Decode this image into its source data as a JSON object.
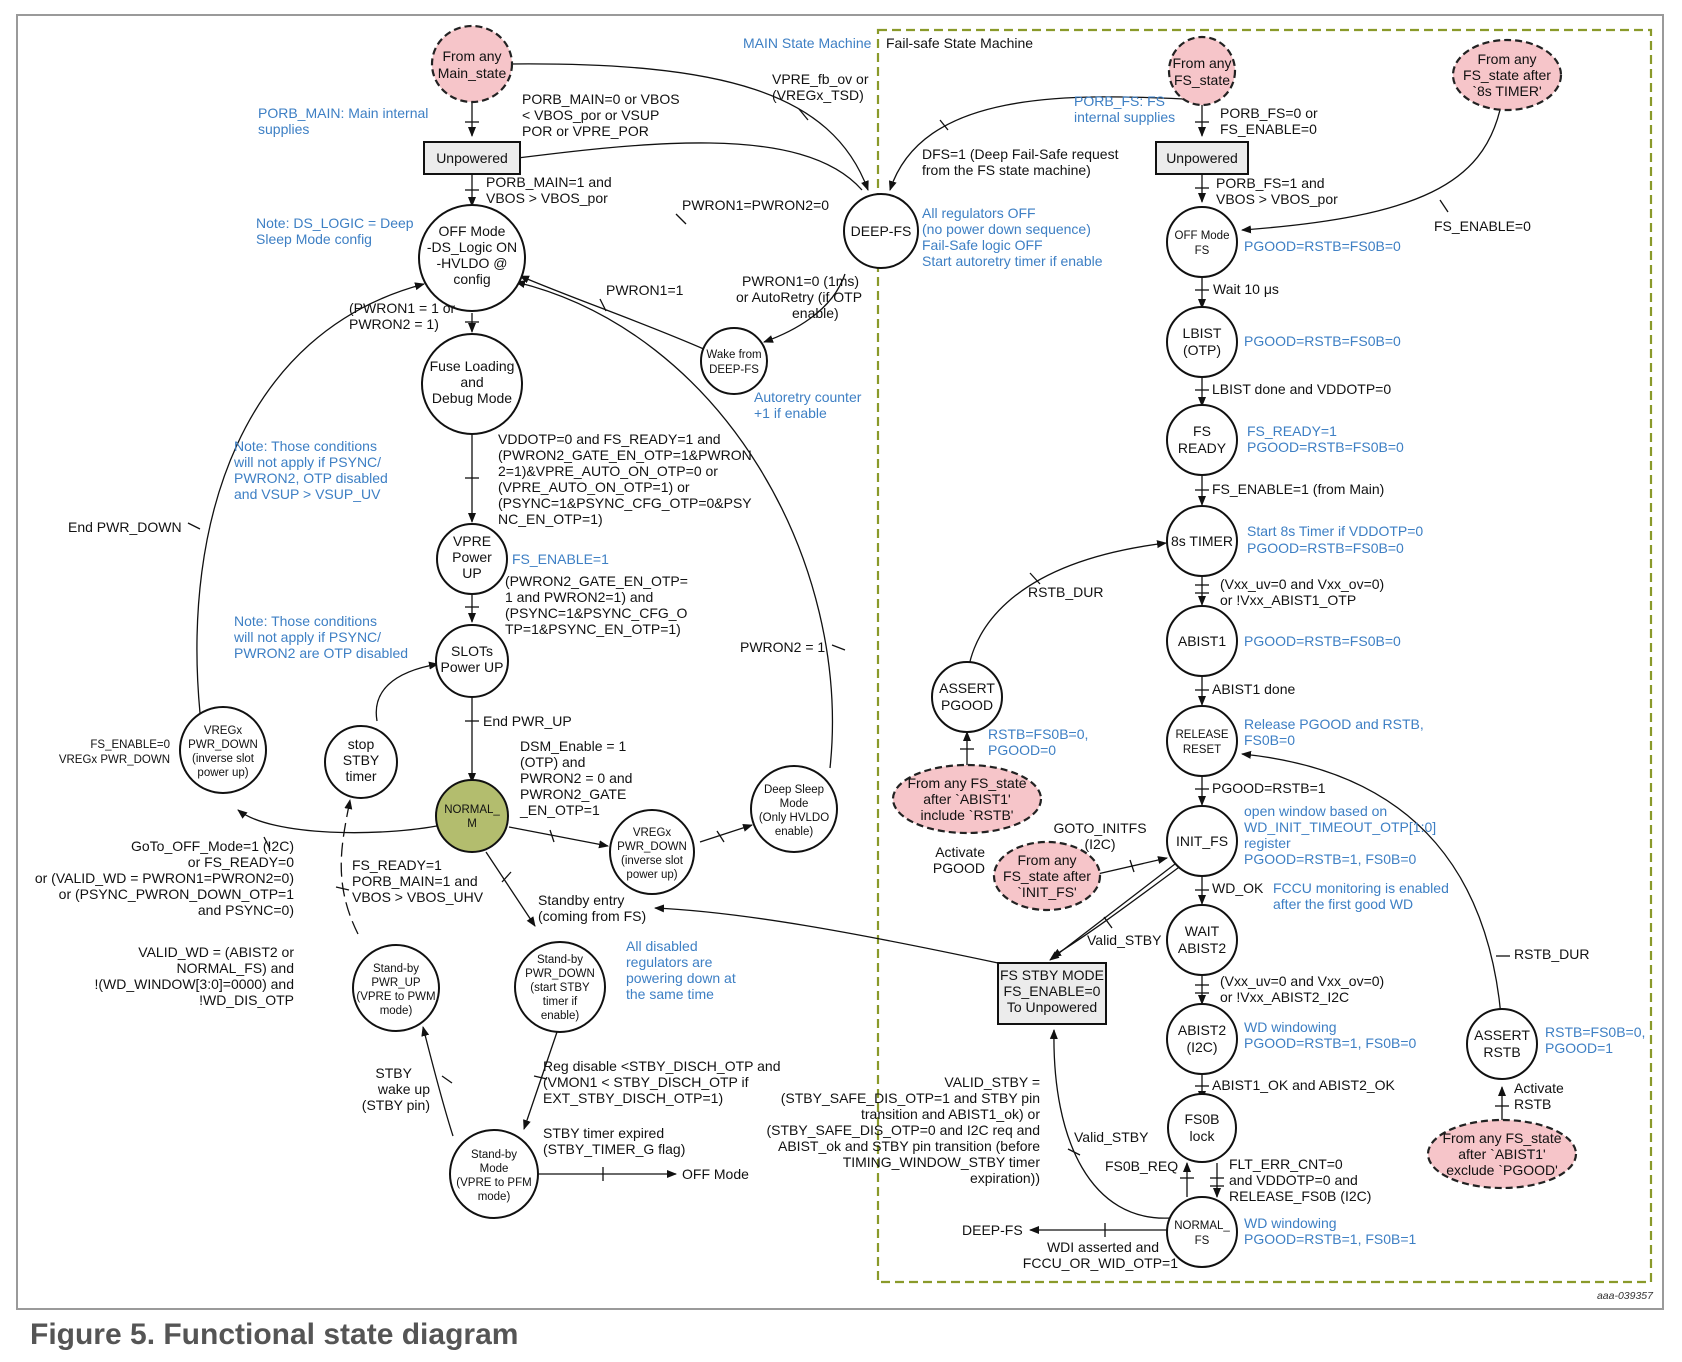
{
  "title_labels": {
    "main_sm": "MAIN State Machine",
    "fs_sm": "Fail-safe State Machine"
  },
  "states_main": {
    "from_any_main": [
      "From any",
      "Main_state"
    ],
    "unpowered": "Unpowered",
    "off_mode": [
      "OFF Mode",
      "-DS_Logic ON",
      "-HVLDO @",
      "config"
    ],
    "fuse_loading": [
      "Fuse Loading",
      "and",
      "Debug Mode"
    ],
    "vpre_power_up": [
      "VPRE",
      "Power",
      "UP"
    ],
    "slots_power_up": [
      "SLOTs",
      "Power UP"
    ],
    "normal_m": [
      "NORMAL_",
      "M"
    ],
    "vregx_pwr_down_left": [
      "VREGx",
      "PWR_DOWN",
      "(inverse slot",
      "power up)"
    ],
    "stop_stby_timer": [
      "stop",
      "STBY",
      "timer"
    ],
    "vregx_pwr_down_mid": [
      "VREGx",
      "PWR_DOWN",
      "(inverse slot",
      "power up)"
    ],
    "deep_sleep": [
      "Deep Sleep",
      "Mode",
      "(Only HVLDO",
      "enable)"
    ],
    "deep_fs": "DEEP-FS",
    "wake_from_deep_fs": [
      "Wake from",
      "DEEP-FS"
    ],
    "standby_pwr_up": [
      "Stand-by",
      "PWR_UP",
      "(VPRE to PWM",
      "mode)"
    ],
    "standby_pwr_down": [
      "Stand-by",
      "PWR_DOWN",
      "(start STBY",
      "timer if",
      "enable)"
    ],
    "standby_mode": [
      "Stand-by",
      "Mode",
      "(VPRE to PFM",
      "mode)"
    ]
  },
  "states_fs": {
    "from_any_fs": [
      "From any",
      "FS_state"
    ],
    "from_any_fs_8s": [
      "From any",
      "FS_state after",
      "`8s TIMER'"
    ],
    "unpowered": "Unpowered",
    "off_mode_fs": [
      "OFF Mode",
      "FS"
    ],
    "lbist": [
      "LBIST",
      "(OTP)"
    ],
    "fs_ready": [
      "FS",
      "READY"
    ],
    "timer_8s": "8s TIMER",
    "abist1": "ABIST1",
    "release_reset": [
      "RELEASE",
      "RESET"
    ],
    "init_fs": "INIT_FS",
    "wait_abist2": [
      "WAIT",
      "ABIST2"
    ],
    "abist2_i2c": [
      "ABIST2",
      "(I2C)"
    ],
    "fs0b_lock": [
      "FS0B",
      "lock"
    ],
    "normal_fs": [
      "NORMAL_",
      "FS"
    ],
    "assert_pgood": [
      "ASSERT",
      "PGOOD"
    ],
    "from_any_fs_abist1_rstb": [
      "From any FS_state",
      "after `ABIST1'",
      "include `RSTB'"
    ],
    "from_any_fs_init": [
      "From any",
      "FS_state after",
      "`INIT_FS'"
    ],
    "assert_rstb": [
      "ASSERT",
      "RSTB"
    ],
    "from_any_fs_abist1_pgood": [
      "From any FS_state",
      "after `ABIST1'",
      "exclude `PGOOD'"
    ],
    "fs_stby_mode": [
      "FS STBY MODE",
      "FS_ENABLE=0",
      "To Unpowered"
    ]
  },
  "labels_main": {
    "porb_main_note": [
      "PORB_MAIN: Main internal",
      "supplies"
    ],
    "porb_main_cond": [
      "PORB_MAIN=0 or VBOS",
      "< VBOS_por or VSUP",
      "POR or VPRE_POR"
    ],
    "vpre_fb_ov": [
      "VPRE_fb_ov or",
      "(VREGx_TSD)"
    ],
    "porb_main_1": [
      "PORB_MAIN=1 and",
      "VBOS > VBOS_por"
    ],
    "pwron_both_0": "PWRON1=PWRON2=0",
    "ds_logic_note": [
      "Note: DS_LOGIC = Deep",
      "Sleep Mode config"
    ],
    "pwron1_eq_1": "PWRON1=1",
    "pwron_or": [
      "(PWRON1 = 1 or",
      "PWRON2 = 1)"
    ],
    "pwron1_0_autoretry": [
      "PWRON1=0 (1ms)",
      "or AutoRetry (if OTP",
      "enable)"
    ],
    "autoretry_counter": [
      "Autoretry counter",
      "+1 if enable"
    ],
    "deep_fs_desc": [
      "All regulators OFF",
      "(no power down sequence)",
      "Fail-Safe logic OFF",
      "Start autoretry timer if enable"
    ],
    "dfs_request": [
      "DFS=1 (Deep Fail-Safe request",
      "from the FS state machine)"
    ],
    "note_conditions_1": [
      "Note: Those conditions",
      "will not apply if PSYNC/",
      "PWRON2, OTP disabled",
      "and VSUP > VSUP_UV"
    ],
    "vddotp_cond": [
      "VDDOTP=0 and FS_READY=1 and",
      "(PWRON2_GATE_EN_OTP=1&PWRON",
      "2=1)&VPRE_AUTO_ON_OTP=0 or",
      "(VPRE_AUTO_ON_OTP=1) or",
      "(PSYNC=1&PSYNC_CFG_OTP=0&PSY",
      "NC_EN_OTP=1)"
    ],
    "end_pwr_down": "End PWR_DOWN",
    "fs_enable_1": "FS_ENABLE=1",
    "pwron2_gate_cond": [
      "(PWRON2_GATE_EN_OTP=",
      "1 and PWRON2=1) and",
      "(PSYNC=1&PSYNC_CFG_O",
      "TP=1&PSYNC_EN_OTP=1)"
    ],
    "note_conditions_2": [
      "Note: Those conditions",
      "will not apply if PSYNC/",
      "PWRON2 are OTP disabled"
    ],
    "pwron2_eq_1": "PWRON2 = 1",
    "end_pwr_up": "End PWR_UP",
    "dsm_enable": [
      "DSM_Enable = 1",
      "(OTP) and",
      "PWRON2 = 0 and",
      "PWRON2_GATE",
      "_EN_OTP=1"
    ],
    "fs_enable_0_vregx": [
      "FS_ENABLE=0",
      "VREGx PWR_DOWN"
    ],
    "goto_off_mode": [
      "GoTo_OFF_Mode=1 (I2C)",
      "or FS_READY=0",
      "or (VALID_WD = PWRON1=PWRON2=0)",
      "or (PSYNC_PWRON_DOWN_OTP=1",
      "and PSYNC=0)"
    ],
    "fs_ready_porb": [
      "FS_READY=1",
      "PORB_MAIN=1 and",
      "VBOS > VBOS_UHV"
    ],
    "standby_entry": [
      "Standby entry",
      "(coming from FS)"
    ],
    "all_disabled": [
      "All disabled",
      "regulators are",
      "powering down at",
      "the same time"
    ],
    "valid_wd": [
      "VALID_WD = (ABIST2 or",
      "NORMAL_FS) and",
      "!(WD_WINDOW[3:0]=0000) and",
      "!WD_DIS_OTP"
    ],
    "reg_disable": [
      "Reg disable <STBY_DISCH_OTP and",
      "(VMON1 < STBY_DISCH_OTP if",
      "EXT_STBY_DISCH_OTP=1)"
    ],
    "stby_wakeup": [
      "STBY",
      "wake up",
      "(STBY pin)"
    ],
    "stby_timer_expired": [
      "STBY timer expired",
      "(STBY_TIMER_G flag)"
    ],
    "off_mode_target": "OFF Mode"
  },
  "labels_fs": {
    "porb_fs_note": [
      "PORB_FS: FS",
      "internal supplies"
    ],
    "porb_fs_0": [
      "PORB_FS=0 or",
      "FS_ENABLE=0"
    ],
    "porb_fs_1": [
      "PORB_FS=1 and",
      "VBOS > VBOS_por"
    ],
    "fs_enable_0": "FS_ENABLE=0",
    "pgood_all_0": "PGOOD=RSTB=FS0B=0",
    "wait_10us": "Wait 10 μs",
    "lbist_done": "LBIST done and VDDOTP=0",
    "fs_ready_1": "FS_READY=1",
    "fs_enable_from_main": "FS_ENABLE=1 (from Main)",
    "start_8s": "Start 8s Timer if VDDOTP=0",
    "rstb_dur": "RSTB_DUR",
    "vxx_abist1": [
      "(Vxx_uv=0 and Vxx_ov=0)",
      "or !Vxx_ABIST1_OTP"
    ],
    "abist1_done": "ABIST1 done",
    "release_desc": [
      "Release PGOOD and RSTB,",
      "FS0B=0"
    ],
    "rstb_fs0b_pgood0": [
      "RSTB=FS0B=0,",
      "PGOOD=0"
    ],
    "pgood_rstb_1": "PGOOD=RSTB=1",
    "open_window": [
      "open window  based on",
      "WD_INIT_TIMEOUT_OTP[1:0]",
      "register"
    ],
    "pgood_rstb1_fs0b0": "PGOOD=RSTB=1, FS0B=0",
    "activate_pgood": [
      "Activate",
      "PGOOD"
    ],
    "goto_initfs": [
      "GOTO_INITFS",
      "(I2C)"
    ],
    "wd_ok": "WD_OK",
    "fccu_monitoring": [
      "FCCU monitoring is enabled",
      "after the first good WD"
    ],
    "valid_stby": "Valid_STBY",
    "vxx_abist2": [
      "(Vxx_uv=0 and Vxx_ov=0)",
      "or !Vxx_ABIST2_I2C"
    ],
    "wd_windowing": "WD windowing",
    "abist_ok": "ABIST1_OK and ABIST2_OK",
    "valid_stby_def": [
      "VALID_STBY =",
      "(STBY_SAFE_DIS_OTP=1 and STBY pin",
      "transition and ABIST1_ok) or",
      "(STBY_SAFE_DIS_OTP=0 and I2C req and",
      "ABIST_ok and STBY pin transition (before",
      "TIMING_WINDOW_STBY timer",
      "expiration))"
    ],
    "fs0b_req": "FS0B_REQ",
    "flt_err": [
      "FLT_ERR_CNT=0",
      "and VDDOTP=0 and",
      "RELEASE_FS0B (I2C)"
    ],
    "pgood_rstb1_fs0b1": "PGOOD=RSTB=1, FS0B=1",
    "deep_fs_target": "DEEP-FS",
    "wdi_asserted": [
      "WDI asserted and",
      "FCCU_OR_WID_OTP=1"
    ],
    "rstb_fs0b0_pgood1": [
      "RSTB=FS0B=0,",
      "PGOOD=1"
    ],
    "activate_rstb": [
      "Activate",
      "RSTB"
    ]
  },
  "image_code": "aaa-039357",
  "figure_title": "Figure 5.  Functional state diagram",
  "colors": {
    "annotation_blue": "#3d7fc4",
    "pink_state": "#f6c5c9",
    "normal_m_green": "#b3bd6e",
    "fs_frame": "#8a9a2a"
  }
}
